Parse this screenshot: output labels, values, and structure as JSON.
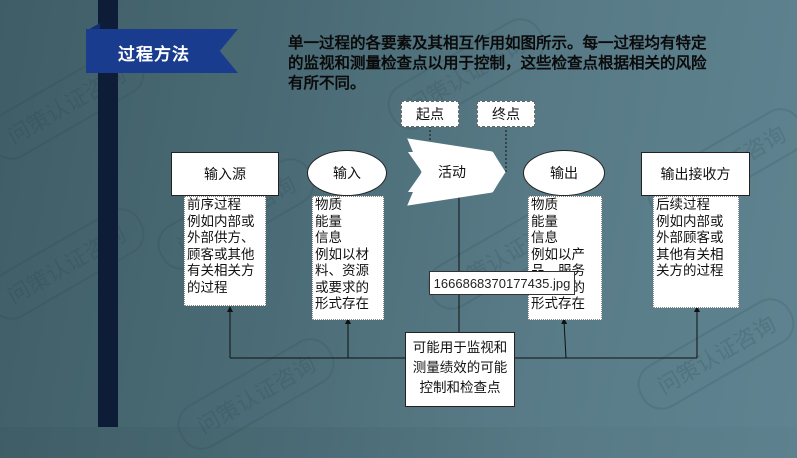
{
  "slide": {
    "title": "过程方法",
    "intro": "单一过程的各要素及其相互作用如图所示。每一过程均有特定的监视和测量检查点以用于控制，这些检查点根据相关的风险有所不同。",
    "watermark": "问策认证咨询"
  },
  "diagram": {
    "start_label": "起点",
    "end_label": "终点",
    "activity_label": "活动",
    "input_source": {
      "label": "输入源",
      "lines": [
        "前序过程",
        "例如内部或",
        "外部供方、",
        "顾客或其他",
        "有关相关方",
        "的过程"
      ]
    },
    "input": {
      "label": "输入",
      "lines": [
        "物质",
        "能量",
        "信息",
        "例如以材",
        "料、资源",
        "或要求的",
        "形式存在"
      ]
    },
    "output": {
      "label": "输出",
      "lines": [
        "物质",
        "能量",
        "信息",
        "例如以产",
        "品、服务",
        "或决策的",
        "形式存在"
      ]
    },
    "output_receiver": {
      "label": "输出接收方",
      "lines": [
        "后续过程",
        "例如内部或",
        "外部顾客或",
        "其他有关相",
        "关方的过程"
      ]
    },
    "control_box": {
      "lines": [
        "可能用于监视和",
        "测量绩效的可能",
        "控制和检查点"
      ]
    }
  },
  "tooltip": {
    "text": "1666868370177435.jpg"
  }
}
